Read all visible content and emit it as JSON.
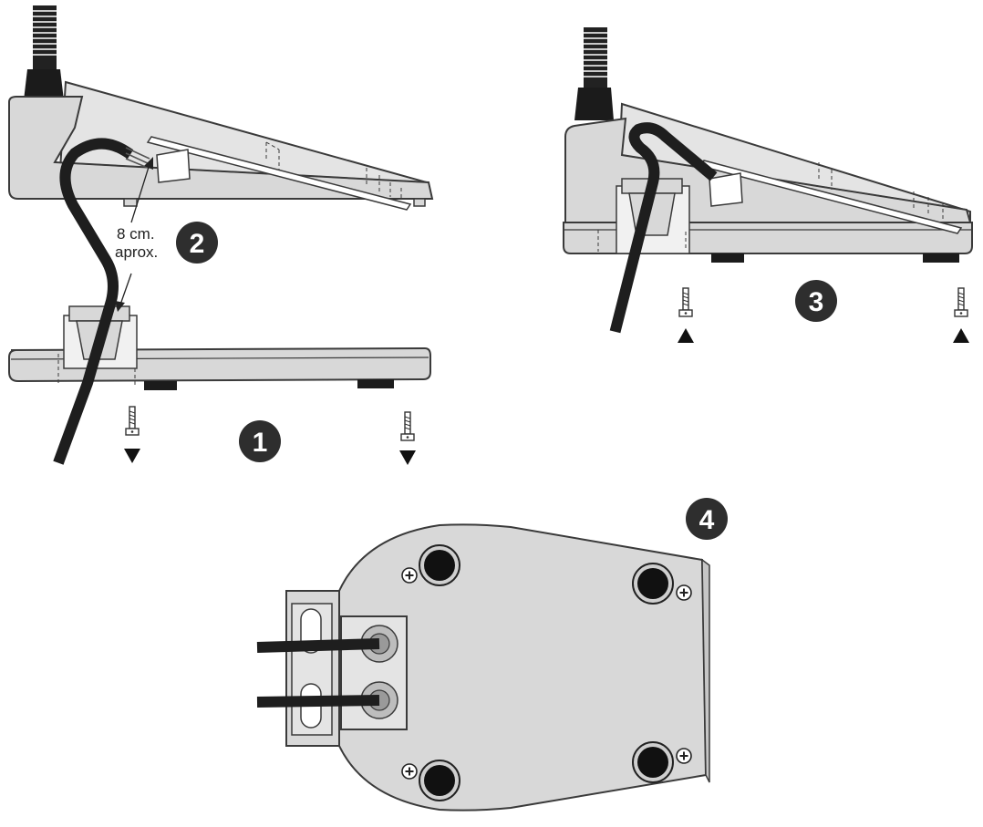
{
  "annotation": {
    "line1": "8 cm.",
    "line2": "aprox."
  },
  "steps": [
    {
      "number": "1"
    },
    {
      "number": "2"
    },
    {
      "number": "3"
    },
    {
      "number": "4"
    }
  ],
  "colors": {
    "body_fill": "#d8d8d8",
    "top_fill": "#e4e4e4",
    "outline": "#3a3a3a",
    "cable": "#1e1e1e",
    "badge": "#2e2e2e",
    "bracket_fill": "#f1f1f1"
  },
  "icons": [
    "screw-icon",
    "arrow-down-icon",
    "arrow-up-icon",
    "phillips-screw-icon",
    "rubber-foot-icon",
    "gooseneck-icon"
  ]
}
